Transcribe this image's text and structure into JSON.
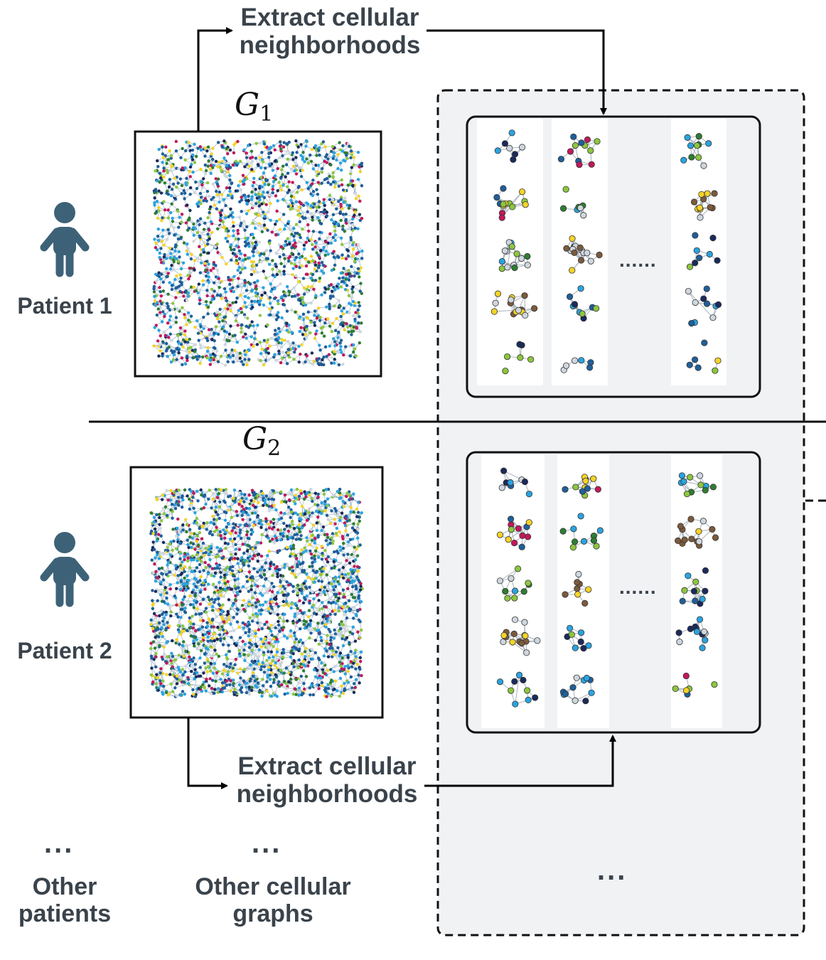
{
  "step_labels": {
    "top": [
      "Extract cellular",
      "neighborhoods"
    ],
    "bottom": [
      "Extract cellular",
      "neighborhoods"
    ]
  },
  "graphs": [
    {
      "symbol": "G",
      "subscript": "1"
    },
    {
      "symbol": "G",
      "subscript": "2"
    }
  ],
  "patients": [
    {
      "label": "Patient 1"
    },
    {
      "label": "Patient 2"
    }
  ],
  "ellipsis": {
    "columns": "......",
    "rows": "...",
    "panel": "..."
  },
  "footer": {
    "other_patients": [
      "Other",
      "patients"
    ],
    "other_graphs": [
      "Other cellular",
      "graphs"
    ]
  },
  "colors": {
    "text": "#3a434b",
    "icon": "#3d6278",
    "panel_bg": "#f1f2f4",
    "node_blue": "#1f5f9a",
    "node_light_blue": "#2aa3e0",
    "node_green": "#8cc63f",
    "node_dark_green": "#2e7d32",
    "node_yellow": "#f5d327",
    "node_magenta": "#c2185b",
    "node_brown": "#7b5a3c",
    "node_navy": "#1a2a5a",
    "node_gray": "#cfd6de"
  }
}
